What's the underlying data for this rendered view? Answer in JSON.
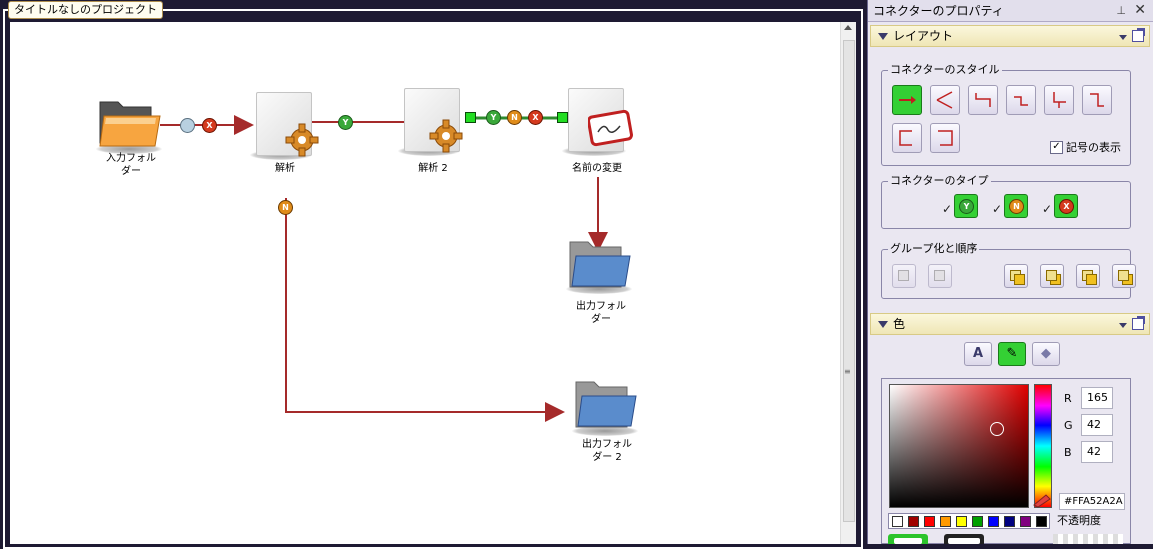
{
  "project": {
    "title": "タイトルなしのプロジェクト",
    "nodes": [
      {
        "id": "input-folder",
        "label": "入力フォル\nダー"
      },
      {
        "id": "parse-1",
        "label": "解析"
      },
      {
        "id": "parse-2",
        "label": "解析 2"
      },
      {
        "id": "rename",
        "label": "名前の変更"
      },
      {
        "id": "output-folder",
        "label": "出力フォル\nダー"
      },
      {
        "id": "output-folder-2",
        "label": "出力フォル\nダー 2"
      }
    ],
    "pins": {
      "y": "Y",
      "n": "N",
      "x": "X"
    }
  },
  "props": {
    "title": "コネクターのプロパティ",
    "layout": {
      "header": "レイアウト",
      "style_group": "コネクターのスタイル",
      "show_symbols_label": "記号の表示",
      "show_symbols_checked": true,
      "type_group": "コネクターのタイプ",
      "group_order_group": "グループ化と順序"
    },
    "color": {
      "header": "色",
      "r_label": "R",
      "r_value": "165",
      "g_label": "G",
      "g_value": "42",
      "b_label": "B",
      "b_value": "42",
      "hex_value": "#FFA52A2A",
      "opacity_label": "不透明度",
      "swatches": [
        "#ffffff",
        "#a00000",
        "#ff0000",
        "#ff9900",
        "#ffff00",
        "#00a000",
        "#0000ff",
        "#000080",
        "#800080",
        "#000000"
      ]
    }
  },
  "colors": {
    "connector": "#a52a2a",
    "selected_connector": "#2e8b2e",
    "accent_green": "#34d034"
  }
}
